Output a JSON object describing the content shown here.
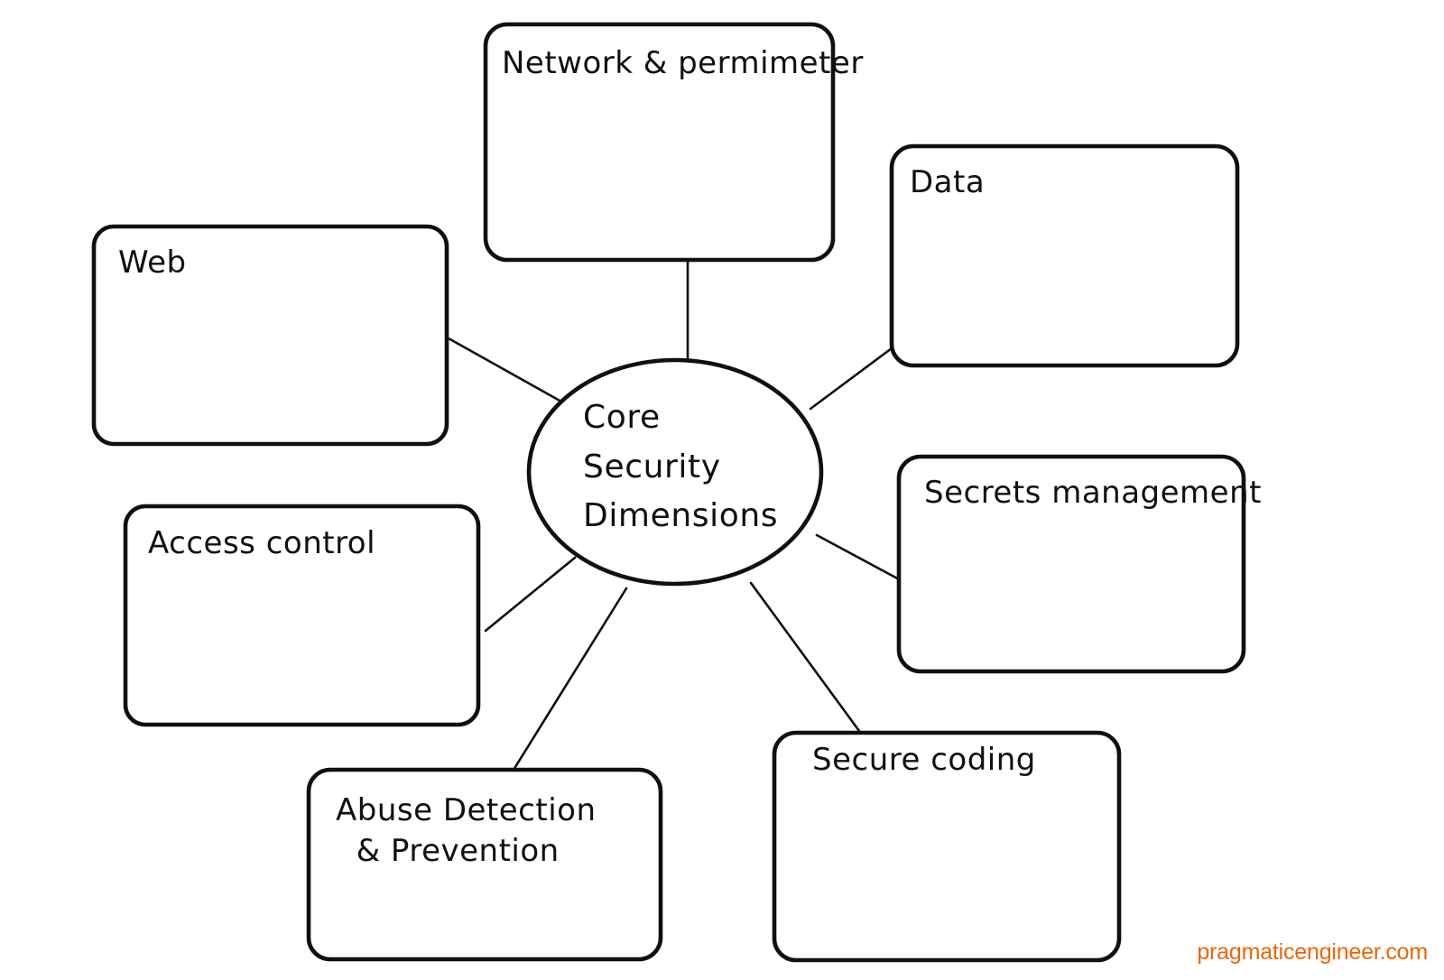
{
  "diagram": {
    "type": "mind-map",
    "center": {
      "id": "core-security-dimensions",
      "shape": "ellipse",
      "lines": [
        "Core",
        "Security",
        "Dimensions"
      ],
      "text": "Core Security Dimensions"
    },
    "nodes": [
      {
        "id": "network-perimeter",
        "label": "Network & permimeter",
        "lines": [
          "Network & permimeter"
        ],
        "shape": "rounded-rect"
      },
      {
        "id": "data",
        "label": "Data",
        "lines": [
          "Data"
        ],
        "shape": "rounded-rect"
      },
      {
        "id": "web",
        "label": "Web",
        "lines": [
          "Web"
        ],
        "shape": "rounded-rect"
      },
      {
        "id": "secrets-management",
        "label": "Secrets management",
        "lines": [
          "Secrets management"
        ],
        "shape": "rounded-rect"
      },
      {
        "id": "access-control",
        "label": "Access control",
        "lines": [
          "Access control"
        ],
        "shape": "rounded-rect"
      },
      {
        "id": "secure-coding",
        "label": "Secure coding",
        "lines": [
          "Secure coding"
        ],
        "shape": "rounded-rect"
      },
      {
        "id": "abuse-detection-prevention",
        "label": "Abuse Detection & Prevention",
        "lines": [
          "Abuse Detection",
          "  & Prevention"
        ],
        "shape": "rounded-rect"
      }
    ],
    "edges": [
      {
        "from": "core-security-dimensions",
        "to": "network-perimeter"
      },
      {
        "from": "core-security-dimensions",
        "to": "data"
      },
      {
        "from": "core-security-dimensions",
        "to": "web"
      },
      {
        "from": "core-security-dimensions",
        "to": "secrets-management"
      },
      {
        "from": "core-security-dimensions",
        "to": "access-control"
      },
      {
        "from": "core-security-dimensions",
        "to": "secure-coding"
      },
      {
        "from": "core-security-dimensions",
        "to": "abuse-detection-prevention"
      }
    ]
  },
  "watermark": {
    "text": "pragmaticengineer.com"
  },
  "colors": {
    "stroke": "#101010",
    "background": "#ffffff",
    "watermark": "#ec6608"
  }
}
